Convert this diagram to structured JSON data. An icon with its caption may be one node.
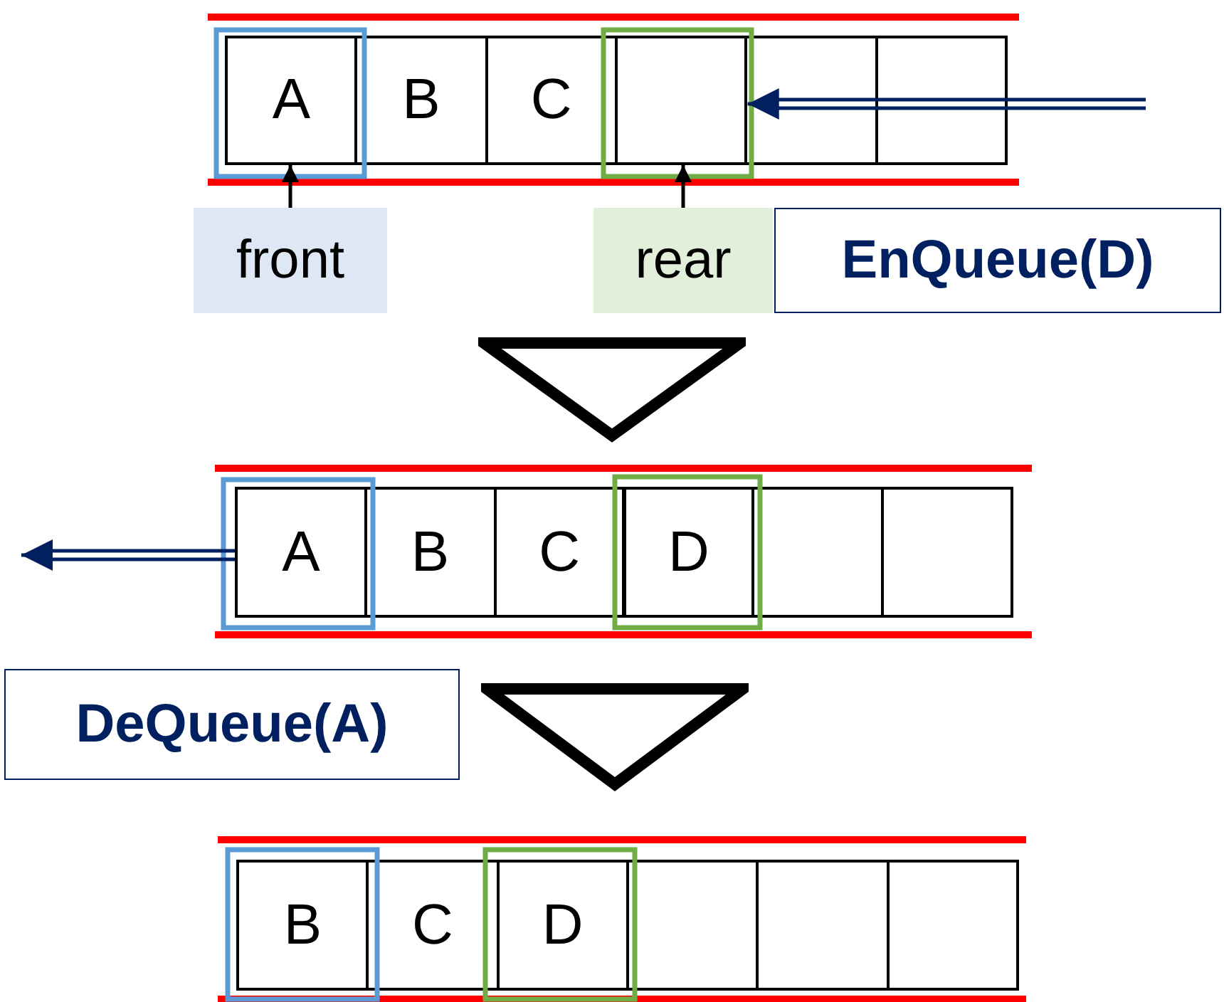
{
  "diagram": {
    "nodes": [
      {
        "text": [
          "A"
        ]
      },
      {
        "text": [
          "B"
        ]
      },
      {
        "text": [
          "C"
        ]
      },
      {
        "text": [],
        "shape": "box"
      },
      {
        "text": [],
        "shape": "box"
      },
      {
        "text": [],
        "shape": "box"
      },
      {
        "text": [
          "front"
        ]
      },
      {
        "text": [
          "rear"
        ]
      },
      {
        "text": [
          "EnQueue(D)"
        ]
      },
      {
        "text": [],
        "shape": "triangle"
      },
      {
        "text": [
          "A"
        ]
      },
      {
        "text": [
          "B"
        ]
      },
      {
        "text": [
          "C"
        ]
      },
      {
        "text": [
          "D"
        ]
      },
      {
        "text": [],
        "shape": "box"
      },
      {
        "text": [],
        "shape": "box"
      },
      {
        "text": [
          "DeQueue(A)"
        ]
      },
      {
        "text": [],
        "shape": "triangle"
      },
      {
        "text": [
          "B"
        ]
      },
      {
        "text": [
          "C"
        ]
      },
      {
        "text": [
          "D"
        ]
      },
      {
        "text": [],
        "shape": "box"
      },
      {
        "text": [],
        "shape": "box"
      },
      {
        "text": [],
        "shape": "box"
      }
    ],
    "edges": [
      {
        "from": 6,
        "to": 0,
        "arrow": "to"
      },
      {
        "from": 7,
        "to": 3,
        "arrow": "to"
      },
      {
        "from": null,
        "to": 3,
        "arrow": "to",
        "color": "#002060"
      },
      {
        "from": 10,
        "to": null,
        "arrow": "to",
        "color": "#002060"
      }
    ]
  }
}
